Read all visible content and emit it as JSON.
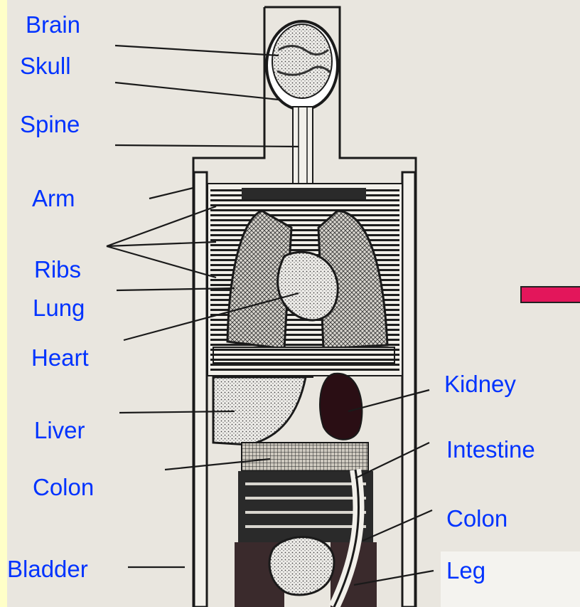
{
  "labels": {
    "brain": "Brain",
    "skull": "Skull",
    "spine": "Spine",
    "arm": "Arm",
    "ribs": "Ribs",
    "lung": "Lung",
    "heart": "Heart",
    "liver": "Liver",
    "colon_left": "Colon",
    "bladder": "Bladder",
    "kidney": "Kidney",
    "intestine": "Intestine",
    "colon_right": "Colon",
    "leg": "Leg"
  },
  "colors": {
    "label_text": "#0033ff",
    "page_margin": "#ffffc8",
    "background": "#e9e6df",
    "pointer_bar": "#e3165b",
    "ink": "#1a1a1a"
  }
}
